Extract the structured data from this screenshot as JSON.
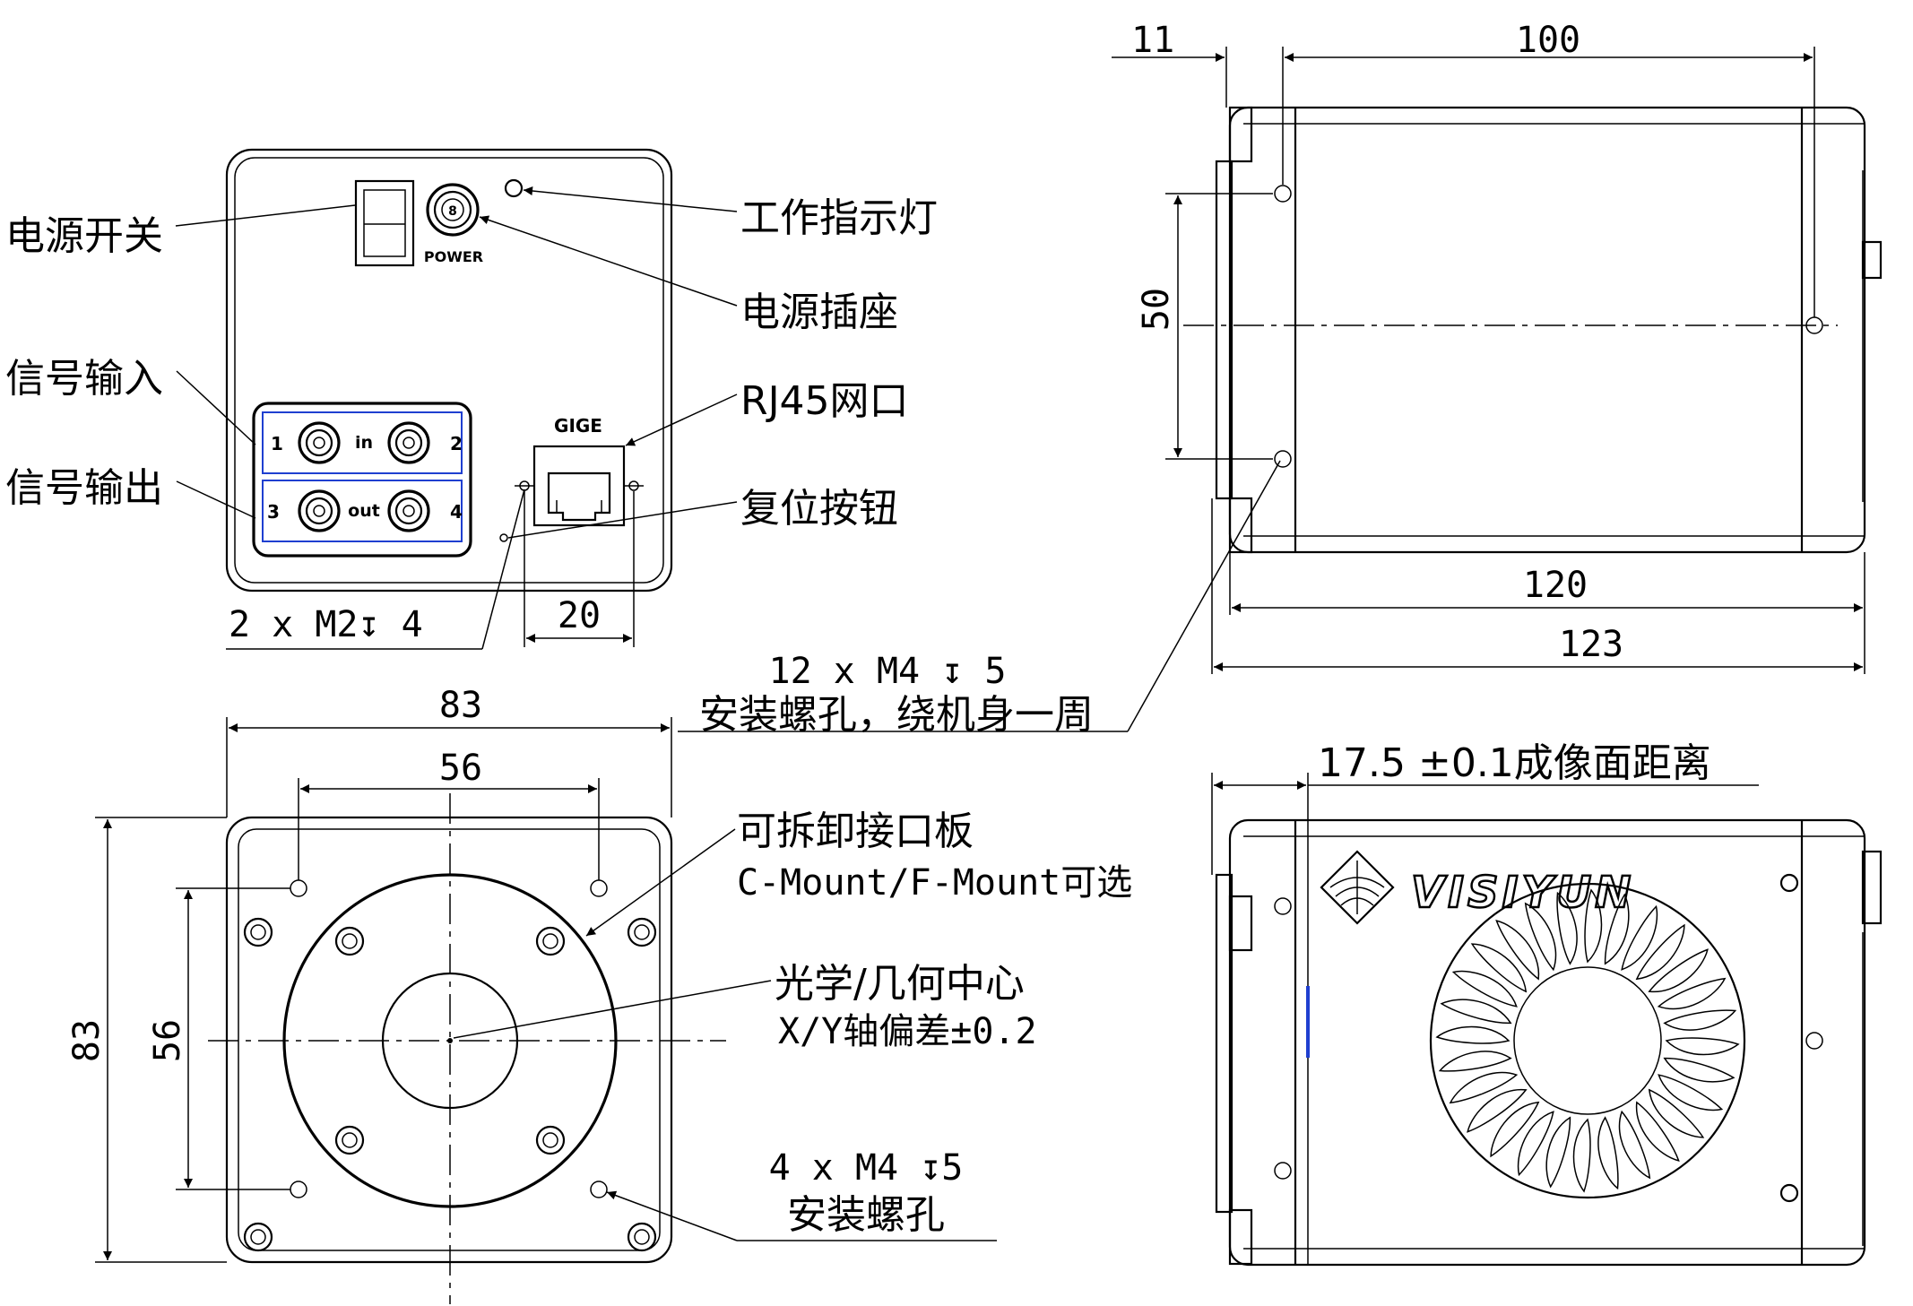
{
  "callouts": {
    "power_switch": "电源开关",
    "signal_input": "信号输入",
    "signal_output": "信号输出",
    "work_indicator": "工作指示灯",
    "power_socket": "电源插座",
    "rj45_port": "RJ45网口",
    "reset_button": "复位按钮",
    "m2_spec": "2 x  M2↧ 4",
    "m4_12_spec": "12 x M4 ↧ 5",
    "m4_12_note": "安装螺孔，绕机身一周",
    "interface_plate": "可拆卸接口板",
    "mount_options": "C-Mount/F-Mount可选",
    "optical_center": "光学/几何中心",
    "xy_tolerance": "X/Y轴偏差±0.2",
    "m4_4_spec": "4 x M4 ↧5",
    "m4_4_note": "安装螺孔",
    "imaging_distance": "17.5 ±0.1成像面距离"
  },
  "panel_labels": {
    "power": "POWER",
    "gige": "GIGE",
    "in": "in",
    "out": "out",
    "port1": "1",
    "port2": "2",
    "port3": "3",
    "port4": "4",
    "socket": "8"
  },
  "dimensions": {
    "d11": "11",
    "d100": "100",
    "d50": "50",
    "d120": "120",
    "d123": "123",
    "d20": "20",
    "d83_h": "83",
    "d56_h": "56",
    "d83_v": "83",
    "d56_v": "56"
  },
  "brand": "VISIYUN"
}
